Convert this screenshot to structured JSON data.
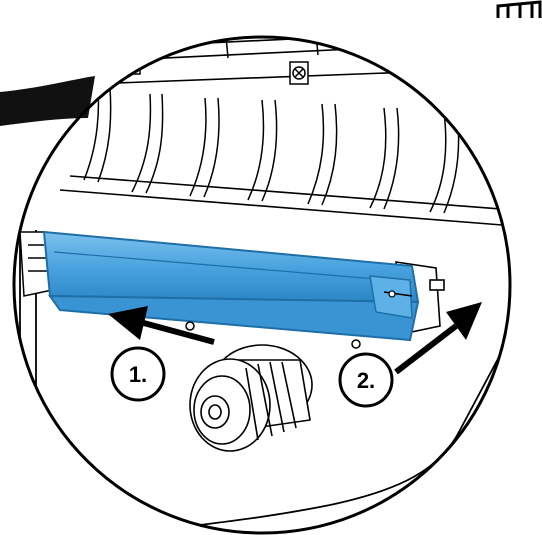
{
  "steps": [
    {
      "label": "1."
    },
    {
      "label": "2."
    }
  ],
  "colors": {
    "filter": "#4aa3df",
    "filter_edge": "#1e6fa8",
    "line": "#000000",
    "background": "#ffffff",
    "cable": "#111111"
  },
  "icons": [
    "filter-cartridge",
    "screw-icon",
    "cable-gland",
    "arrow-left",
    "arrow-up-right"
  ]
}
